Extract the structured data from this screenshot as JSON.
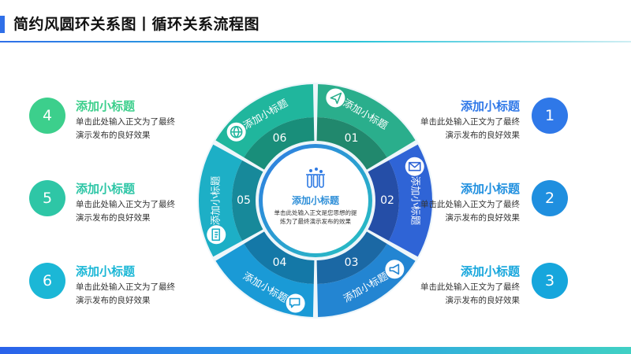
{
  "header": {
    "title": "简约风圆环关系图丨循环关系流程图"
  },
  "center": {
    "title": "添加小标题",
    "desc_line1": "单击此处输入正文是您思想的提",
    "desc_line2": "炼为了最终演示发布的效果",
    "icon": "test-tubes-icon"
  },
  "segments": [
    {
      "num": "01",
      "label": "添加小标题",
      "icon": "paper-plane-icon",
      "color": "#2aae8c"
    },
    {
      "num": "02",
      "label": "添加小标题",
      "icon": "mail-icon",
      "color": "#2f64d6"
    },
    {
      "num": "03",
      "label": "添加小标题",
      "icon": "megaphone-icon",
      "color": "#2385d2"
    },
    {
      "num": "04",
      "label": "添加小标题",
      "icon": "chat-icon",
      "color": "#1a9ad6"
    },
    {
      "num": "05",
      "label": "添加小标题",
      "icon": "edit-document-icon",
      "color": "#1dafc6"
    },
    {
      "num": "06",
      "label": "添加小标题",
      "icon": "globe-icon",
      "color": "#20b69d"
    }
  ],
  "items": [
    {
      "num": "1",
      "title": "添加小标题",
      "desc": "单击此处输入正文为了最终演示发布的良好效果",
      "color": "#2f78e8",
      "side": "right"
    },
    {
      "num": "2",
      "title": "添加小标题",
      "desc": "单击此处输入正文为了最终演示发布的良好效果",
      "color": "#1f8fdf",
      "side": "right"
    },
    {
      "num": "3",
      "title": "添加小标题",
      "desc": "单击此处输入正文为了最终演示发布的良好效果",
      "color": "#16a6dc",
      "side": "right"
    },
    {
      "num": "4",
      "title": "添加小标题",
      "desc": "单击此处输入正文为了最终演示发布的良好效果",
      "color": "#3ccf8c",
      "side": "left"
    },
    {
      "num": "5",
      "title": "添加小标题",
      "desc": "单击此处输入正文为了最终演示发布的良好效果",
      "color": "#2ec6a6",
      "side": "left"
    },
    {
      "num": "6",
      "title": "添加小标题",
      "desc": "单击此处输入正文为了最终演示发布的良好效果",
      "color": "#1bb7d6",
      "side": "left"
    }
  ]
}
